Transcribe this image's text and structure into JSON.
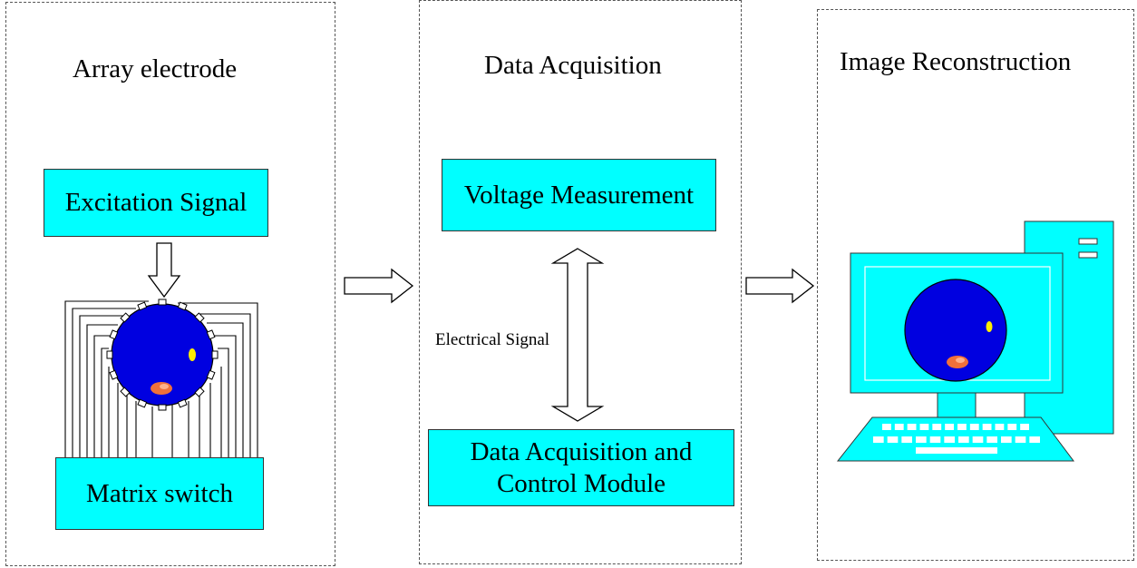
{
  "panels": {
    "left": {
      "title": "Array electrode"
    },
    "middle": {
      "title": "Data Acquisition"
    },
    "right": {
      "title": "Image Reconstruction"
    }
  },
  "boxes": {
    "excitation": "Excitation Signal",
    "matrix": "Matrix switch",
    "voltage": "Voltage Measurement",
    "daq_line1": "Data Acquisition and",
    "daq_line2": "Control Module"
  },
  "labels": {
    "electrical_signal": "Electrical Signal"
  },
  "colors": {
    "box_fill": "#00ffff",
    "phantom_fill": "#0000e0",
    "inclusion_yellow": "#ffee00",
    "inclusion_orange": "#f0703a",
    "computer_fill": "#00ffff"
  },
  "icons": [
    "down-arrow-icon",
    "right-arrow-icon",
    "double-arrow-icon",
    "computer-icon",
    "electrode-ring-icon"
  ]
}
